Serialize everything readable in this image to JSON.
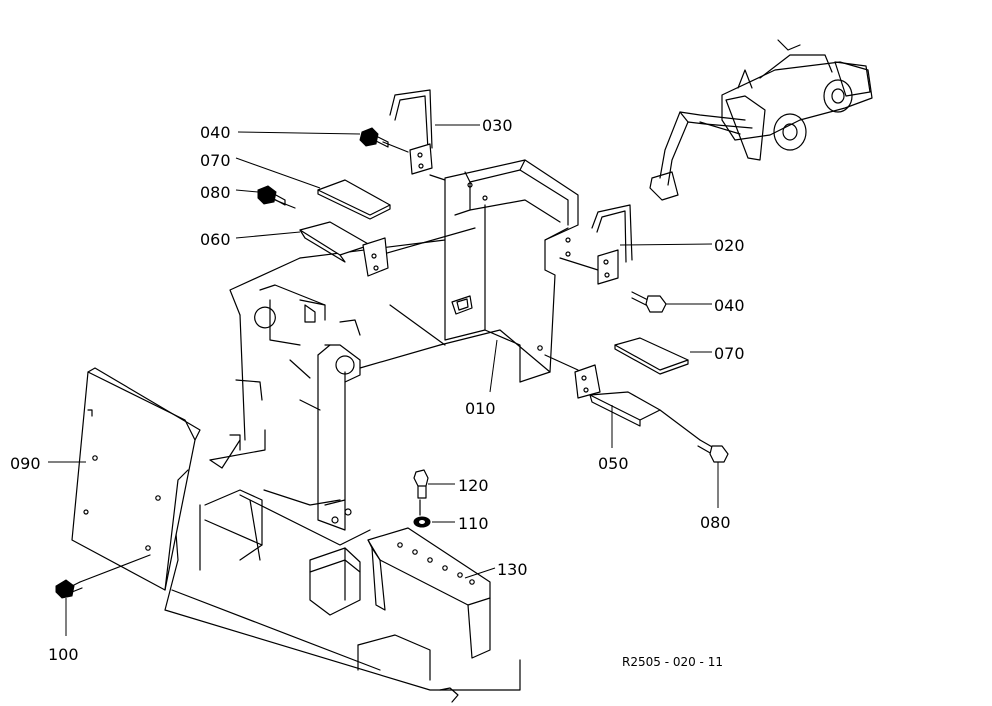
{
  "labels": {
    "p010": "010",
    "p020": "020",
    "p030": "030",
    "p040a": "040",
    "p040b": "040",
    "p050": "050",
    "p060": "060",
    "p070a": "070",
    "p070b": "070",
    "p080a": "080",
    "p080b": "080",
    "p090": "090",
    "p100": "100",
    "p110": "110",
    "p120": "120",
    "p130": "130"
  },
  "figure_ref": "R2505 - 020 - 11"
}
